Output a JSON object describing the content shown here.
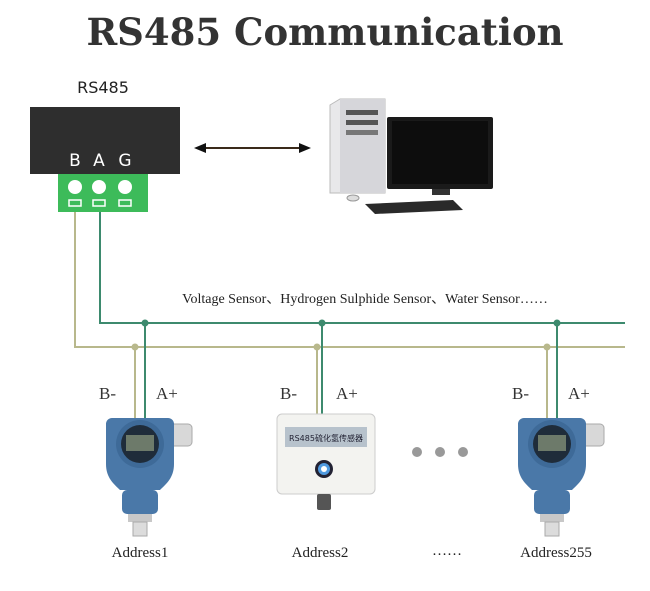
{
  "title": "RS485 Communication",
  "module": {
    "label": "RS485",
    "terminals": [
      "B",
      "A",
      "G"
    ]
  },
  "bus_caption": "Voltage Sensor、Hydrogen Sulphide Sensor、Water Sensor……",
  "wire_labels": {
    "b": "B-",
    "a": "A+"
  },
  "devices": [
    {
      "type": "pressure-transmitter",
      "address": "Address1"
    },
    {
      "type": "gas-sensor-box",
      "address": "Address2",
      "panel_text": "RS485硫化氢传感器"
    },
    {
      "type": "pressure-transmitter",
      "address": "Address255"
    }
  ],
  "ellipsis_label": "……",
  "colors": {
    "a_wire": "#3d8a6e",
    "b_wire": "#b8b88c",
    "terminal": "#3dbb5a",
    "module": "#2e2e2e",
    "transmitter": "#4a78a8"
  }
}
